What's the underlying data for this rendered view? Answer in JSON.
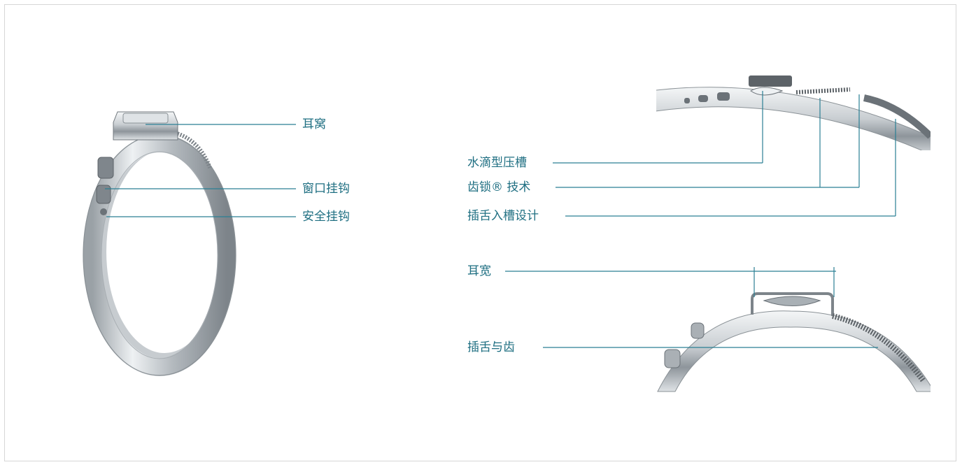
{
  "labels": {
    "ear_pocket": "耳窝",
    "window_hook": "窗口挂钩",
    "safety_hook": "安全挂钩",
    "teardrop_groove": "水滴型压槽",
    "tooth_lock": "齿锁® 技术",
    "tongue_slot": "插舌入槽设计",
    "ear_width": "耳宽",
    "tongue_teeth": "插舌与齿"
  },
  "colors": {
    "callout": "#2a7f94",
    "label": "#1f6f82",
    "border": "#d6d6d6",
    "steel_light": "#e9ecee",
    "steel_mid": "#b9bfc4",
    "steel_dark": "#6b7278"
  },
  "icons": [
    "clamp-ring-image",
    "clamp-band-closeup-image",
    "clamp-ear-closeup-image"
  ]
}
